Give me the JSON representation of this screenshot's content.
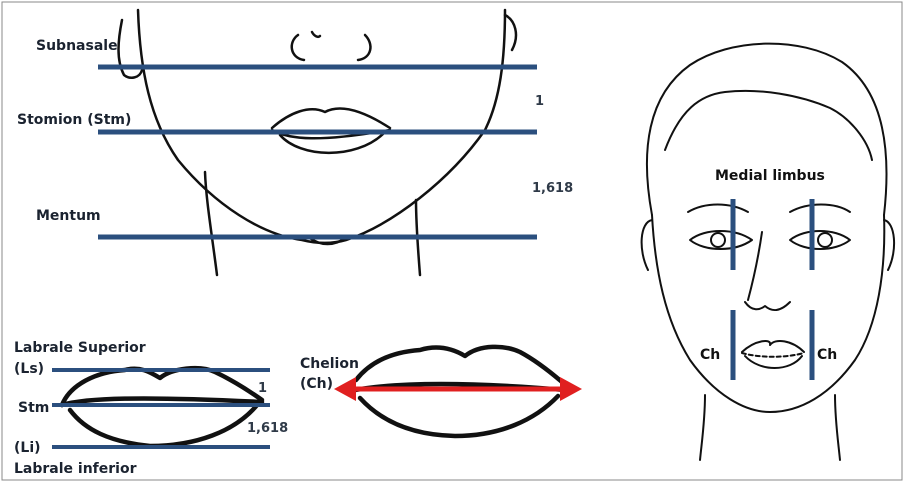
{
  "colors": {
    "line": "#2b4f7e",
    "arrow": "#e02020",
    "sketch": "#111111",
    "text": "#1b2330"
  },
  "top_panel": {
    "subnasale": "Subnasale",
    "stomion": "Stomion (Stm)",
    "mentum": "Mentum",
    "ratio_upper": "1",
    "ratio_lower": "1,618"
  },
  "lips_panel": {
    "labrale_superior": "Labrale Superior",
    "ls": "(Ls)",
    "stm": "Stm",
    "li": "(Li)",
    "labrale_inferior": "Labrale inferior",
    "ratio_upper": "1",
    "ratio_lower": "1,618"
  },
  "chelion_panel": {
    "chelion": "Chelion",
    "ch": "(Ch)"
  },
  "face_panel": {
    "medial_limbus": "Medial limbus",
    "ch_left": "Ch",
    "ch_right": "Ch"
  }
}
